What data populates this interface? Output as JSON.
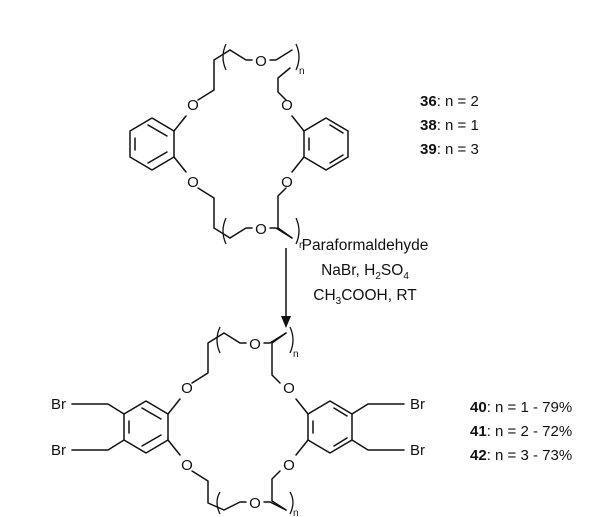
{
  "atoms": {
    "oxygen": "O",
    "bromine": "Br"
  },
  "repeat_index": "n",
  "reactant_compounds": [
    {
      "id": "36",
      "suffix": ": n = 2"
    },
    {
      "id": "38",
      "suffix": ": n = 1"
    },
    {
      "id": "39",
      "suffix": ": n = 3"
    }
  ],
  "conditions": {
    "reagent": "Paraformaldehyde",
    "line2_prefix": "NaBr, H",
    "line2_sub": "2",
    "line2_suffix": "SO",
    "line2_sub2": "4",
    "line3_prefix": "CH",
    "line3_sub": "3",
    "line3_suffix": "COOH, RT"
  },
  "product_compounds": [
    {
      "id": "40",
      "suffix": ": n = 1 - 79%"
    },
    {
      "id": "41",
      "suffix": ": n = 2 - 72%"
    },
    {
      "id": "42",
      "suffix": ": n = 3 - 73%"
    }
  ]
}
